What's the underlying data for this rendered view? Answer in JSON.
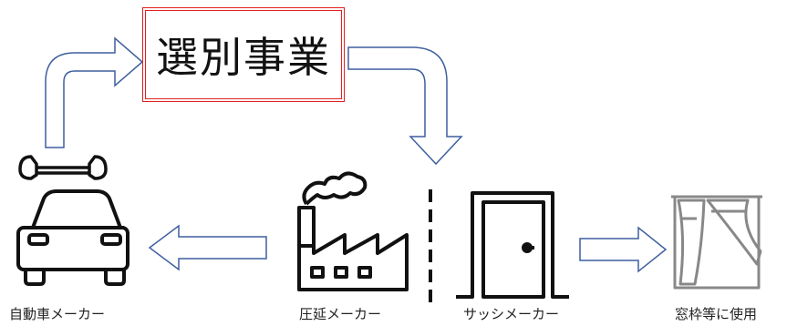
{
  "title": "選別事業",
  "labels": {
    "car_maker": "自動車メーカー",
    "rolling_maker": "圧延メーカー",
    "sash_maker": "サッシメーカー",
    "window_use": "窓枠等に使用"
  },
  "colors": {
    "title_border": "#e02020",
    "arrow_stroke": "#3f5f9f",
    "icon_stroke": "#111111",
    "curtain_stroke": "#888888"
  },
  "icons": [
    "wrench-icon",
    "car-icon",
    "factory-icon",
    "door-icon",
    "window-curtain-icon"
  ]
}
